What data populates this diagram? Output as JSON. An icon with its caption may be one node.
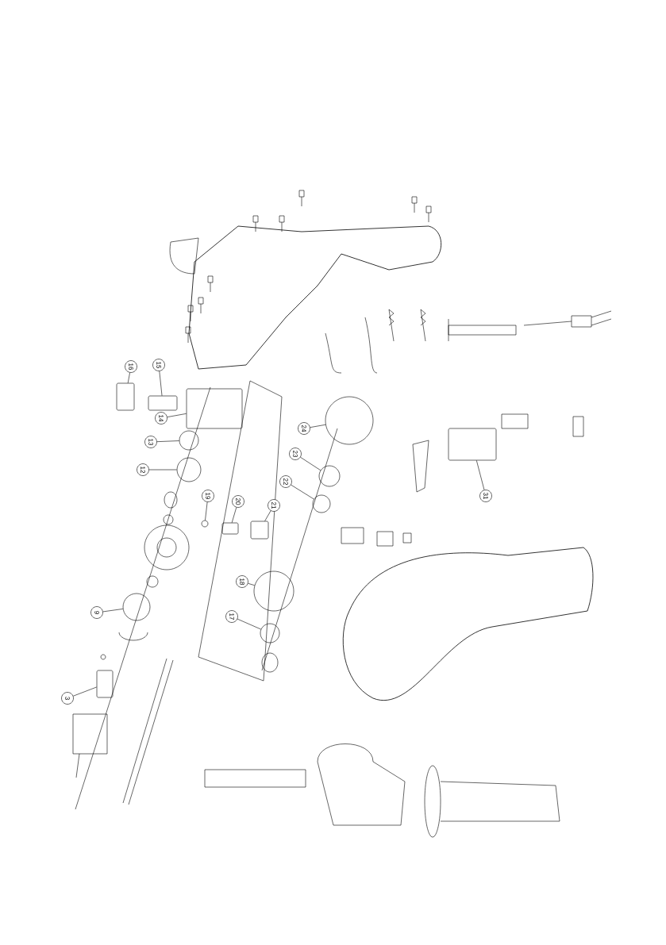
{
  "diagram": {
    "nodes": [
      {
        "text": [
          "16"
        ]
      },
      {
        "text": [
          "15"
        ]
      },
      {
        "text": [
          "14"
        ]
      },
      {
        "text": [
          "13"
        ]
      },
      {
        "text": [
          "12"
        ]
      },
      {
        "text": [
          "9"
        ]
      },
      {
        "text": [
          "3"
        ]
      },
      {
        "text": [
          "19"
        ]
      },
      {
        "text": [
          "20"
        ]
      },
      {
        "text": [
          "21"
        ]
      },
      {
        "text": [
          "18"
        ]
      },
      {
        "text": [
          "17"
        ]
      },
      {
        "text": [
          "22"
        ]
      },
      {
        "text": [
          "23"
        ]
      },
      {
        "text": [
          "24"
        ]
      },
      {
        "text": [
          "31"
        ]
      },
      {
        "text": [],
        "shape": "box"
      },
      {
        "text": [],
        "shape": "box"
      },
      {
        "text": [],
        "shape": "box"
      },
      {
        "text": [],
        "shape": "circle"
      },
      {
        "text": [],
        "shape": "circle"
      },
      {
        "text": [],
        "shape": "circle"
      },
      {
        "text": [],
        "shape": "box"
      },
      {
        "text": [],
        "shape": "circle"
      },
      {
        "text": [],
        "shape": "box"
      },
      {
        "text": [],
        "shape": "box"
      },
      {
        "text": [],
        "shape": "circle"
      },
      {
        "text": [],
        "shape": "circle"
      },
      {
        "text": [],
        "shape": "circle"
      },
      {
        "text": [],
        "shape": "circle"
      },
      {
        "text": [],
        "shape": "circle"
      },
      {
        "text": [],
        "shape": "box"
      }
    ],
    "edges": [
      {
        "from": 0,
        "to": 16,
        "arrow": "none"
      },
      {
        "from": 1,
        "to": 17,
        "arrow": "none"
      },
      {
        "from": 2,
        "to": 18,
        "arrow": "none"
      },
      {
        "from": 3,
        "to": 19,
        "arrow": "none"
      },
      {
        "from": 4,
        "to": 20,
        "arrow": "none"
      },
      {
        "from": 5,
        "to": 21,
        "arrow": "none"
      },
      {
        "from": 6,
        "to": 22,
        "arrow": "none"
      },
      {
        "from": 7,
        "to": 23,
        "arrow": "none"
      },
      {
        "from": 8,
        "to": 24,
        "arrow": "none"
      },
      {
        "from": 9,
        "to": 25,
        "arrow": "none"
      },
      {
        "from": 10,
        "to": 26,
        "arrow": "none"
      },
      {
        "from": 11,
        "to": 27,
        "arrow": "none"
      },
      {
        "from": 12,
        "to": 28,
        "arrow": "none"
      },
      {
        "from": 13,
        "to": 29,
        "arrow": "none"
      },
      {
        "from": 14,
        "to": 30,
        "arrow": "none"
      },
      {
        "from": 15,
        "to": 31,
        "arrow": "none"
      }
    ]
  }
}
